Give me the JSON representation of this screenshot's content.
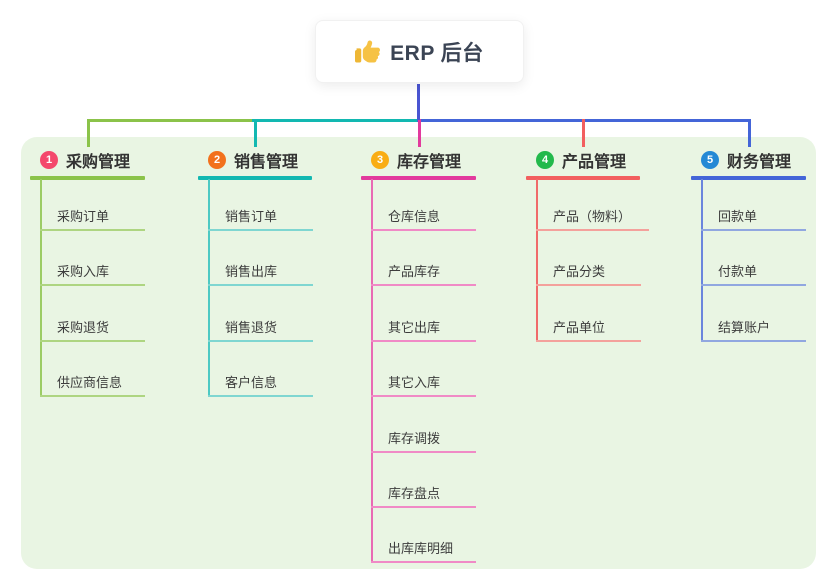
{
  "page": {
    "background": "#ffffff",
    "panel_background": "#e9f5e3"
  },
  "root": {
    "title": "ERP 后台",
    "icon": "thumbs-up-icon",
    "icon_color": "#f6c244",
    "connector_color": "#4a55d2"
  },
  "branches": [
    {
      "number": "1",
      "label": "采购管理",
      "bullet_color": "#f4486c",
      "line_color": "#8bc34a",
      "spine_color": "#9ccc65",
      "child_line_color": "#aed581",
      "children": [
        "采购订单",
        "采购入库",
        "采购退货",
        "供应商信息"
      ]
    },
    {
      "number": "2",
      "label": "销售管理",
      "bullet_color": "#f2711c",
      "line_color": "#12b8b1",
      "spine_color": "#4dc9c3",
      "child_line_color": "#7fd6d1",
      "children": [
        "销售订单",
        "销售出库",
        "销售退货",
        "客户信息"
      ]
    },
    {
      "number": "3",
      "label": "库存管理",
      "bullet_color": "#f9ad14",
      "line_color": "#e23a9d",
      "spine_color": "#e96ab4",
      "child_line_color": "#f08ac6",
      "children": [
        "仓库信息",
        "产品库存",
        "其它出库",
        "其它入库",
        "库存调拨",
        "库存盘点",
        "出库库明细"
      ]
    },
    {
      "number": "4",
      "label": "产品管理",
      "bullet_color": "#23b94c",
      "line_color": "#f25f5f",
      "spine_color": "#f06a6a",
      "child_line_color": "#f4a19c",
      "children": [
        "产品（物料）",
        "产品分类",
        "产品单位"
      ]
    },
    {
      "number": "5",
      "label": "财务管理",
      "bullet_color": "#2489d5",
      "line_color": "#4465d8",
      "spine_color": "#6b85dd",
      "child_line_color": "#91a7e0",
      "children": [
        "回款单",
        "付款单",
        "结算账户"
      ]
    }
  ],
  "connector": {
    "bus_colors": [
      "#8bc34a",
      "#12b8b1",
      "#4465d8"
    ]
  }
}
